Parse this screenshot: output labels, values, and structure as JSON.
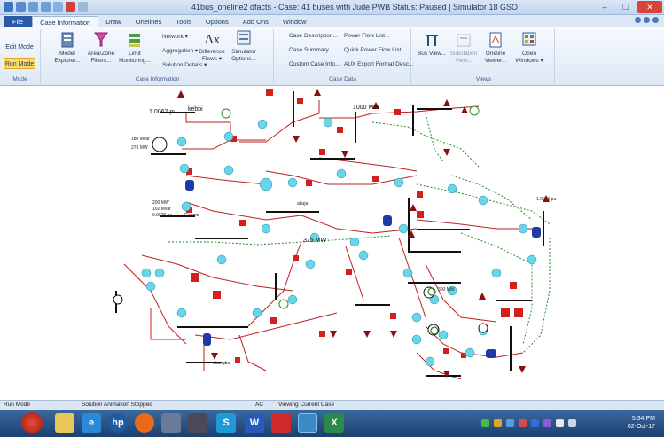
{
  "window": {
    "title": "41bus_oneline2 dfacts - Case: 41 buses with Jude.PWB  Status: Paused | Simulator 18 GSO",
    "minimize": "–",
    "maximize": "❐",
    "close": "✕"
  },
  "tabs": [
    {
      "label": "File"
    },
    {
      "label": "Case Information"
    },
    {
      "label": "Draw"
    },
    {
      "label": "Onelines"
    },
    {
      "label": "Tools"
    },
    {
      "label": "Options"
    },
    {
      "label": "Add Ons"
    },
    {
      "label": "Window"
    }
  ],
  "ribbon": {
    "mode": {
      "edit": "Edit Mode",
      "run": "Run Mode",
      "label": "Mode"
    },
    "case_info": {
      "model_explorer": "Model Explorer...",
      "area_zone": "Area/Zone Filters...",
      "limit_monitoring": "Limit Monitoring...",
      "network": "Network ▾",
      "aggregation": "Aggregation ▾",
      "solution_details": "Solution Details ▾",
      "label": "Case Information"
    },
    "case_data": {
      "difference_flows": "Difference Flows ▾",
      "simulator_options": "Simulator Options...",
      "case_description": "Case Description...",
      "case_summary": "Case Summary...",
      "custom_case_info": "Custom Case Info...",
      "power_flow_list": "Power Flow List...",
      "quick_power_flow_list": "Quick Power Flow List...",
      "aux_export": "AUX Export Format Desc...",
      "label": "Case Data"
    },
    "views": {
      "bus_view": "Bus View...",
      "substation_view": "Substation View...",
      "oneline_viewer": "Oneline Viewer...",
      "open_windows": "Open Windows ▾",
      "label": "Views"
    }
  },
  "diagram": {
    "labels": {
      "kebbi": "kebbi",
      "kebbi_pu": "1.0062 pu",
      "gen1_mvar": "180 Mvar",
      "gen1_mw": "278 MW",
      "mw1000": "1000 MW",
      "gen2_mw": "200 MW",
      "gen2_mvar": "102 Mvar",
      "gen2_pu": "0.9626 pu",
      "ganmo": "Ganmo",
      "abuja": "abuja",
      "pu_right": "1.0015 pu",
      "mw375": "375 MW",
      "mw300": "300 MW",
      "akangba": "akangba"
    }
  },
  "status": {
    "mode": "Run Mode",
    "animation": "Solution Animation Stopped",
    "ac": "AC",
    "viewing": "Viewing Current Case"
  },
  "taskbar": {
    "time": "5:34 PM",
    "date": "02-Oct-17"
  }
}
